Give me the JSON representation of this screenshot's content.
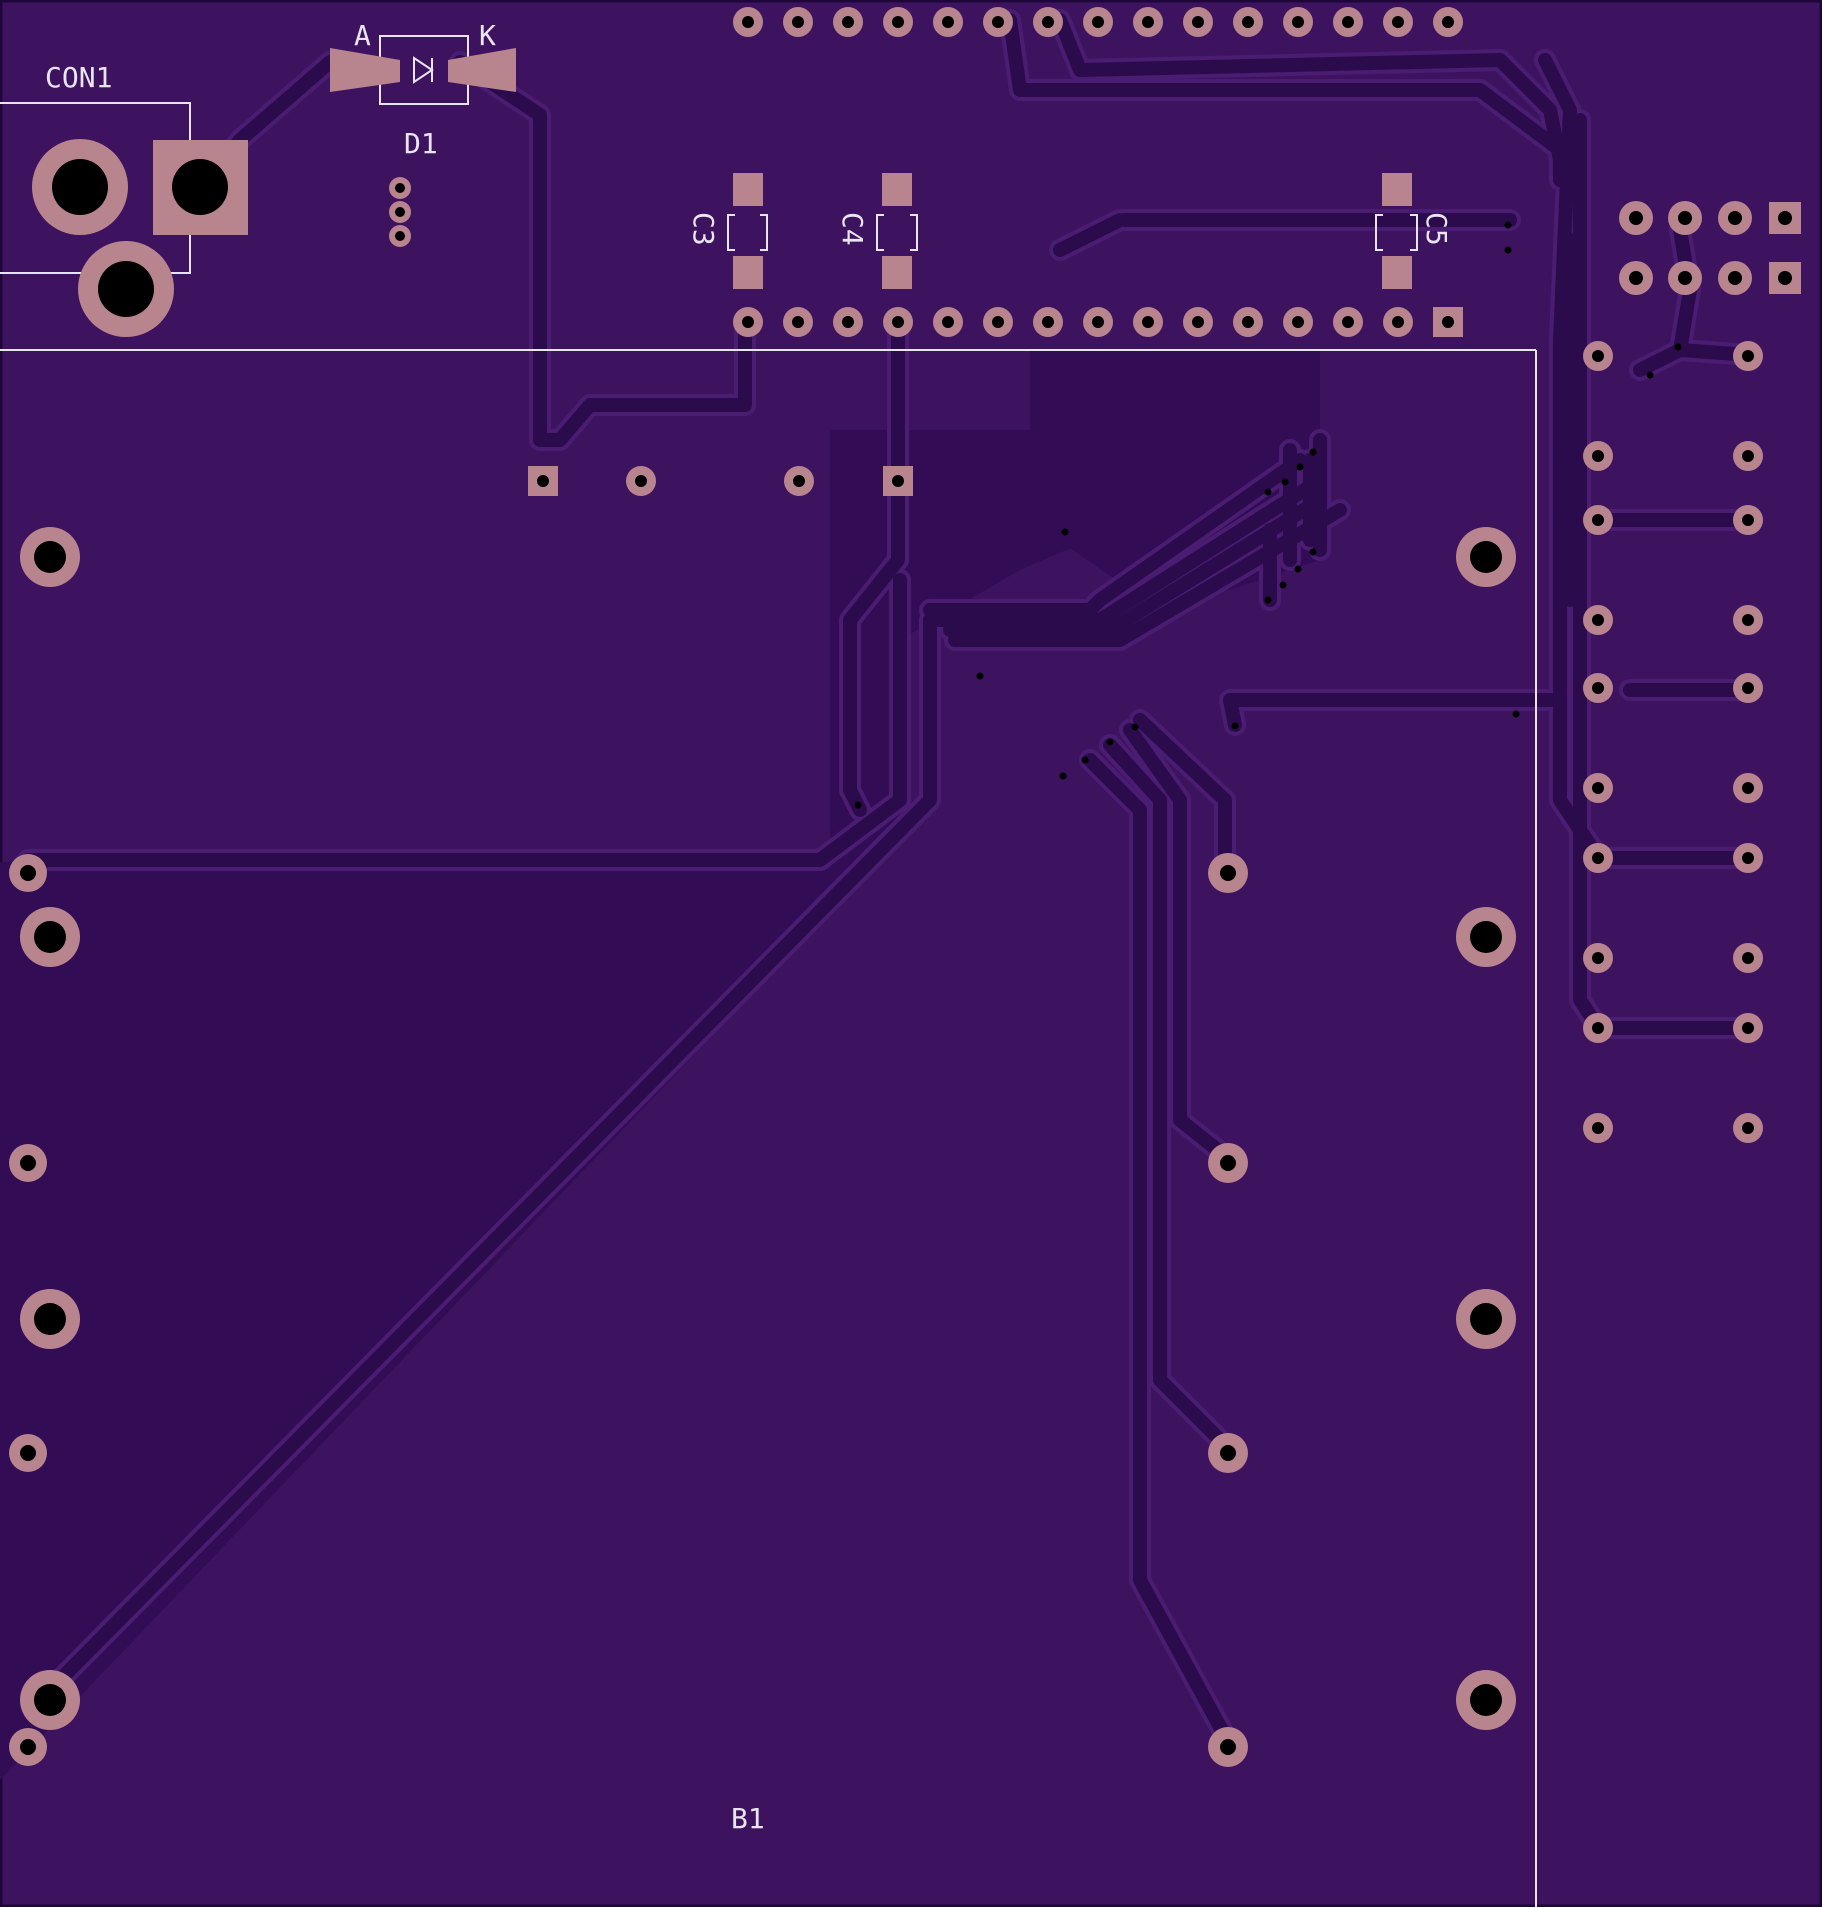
{
  "board": {
    "name": "",
    "colors": {
      "substrate": "#3d1360",
      "copper_pour": "#320d55",
      "trace": "#2c0b4d",
      "trace_edge": "#4a1d72",
      "pad": "#b8858f",
      "silkscreen": "#e8e4f0",
      "drill": "#000000"
    }
  },
  "labels": {
    "con1": "CON1",
    "d1": "D1",
    "d1_anode": "A",
    "d1_cathode": "K",
    "c3": "C3",
    "c4": "C4",
    "c5": "C5",
    "b1": "B1"
  },
  "components": [
    {
      "ref": "CON1",
      "kind": "barrel-jack"
    },
    {
      "ref": "D1",
      "kind": "diode"
    },
    {
      "ref": "C3",
      "kind": "capacitor"
    },
    {
      "ref": "C4",
      "kind": "capacitor"
    },
    {
      "ref": "C5",
      "kind": "capacitor"
    },
    {
      "ref": "B1",
      "kind": "module-footprint"
    }
  ]
}
